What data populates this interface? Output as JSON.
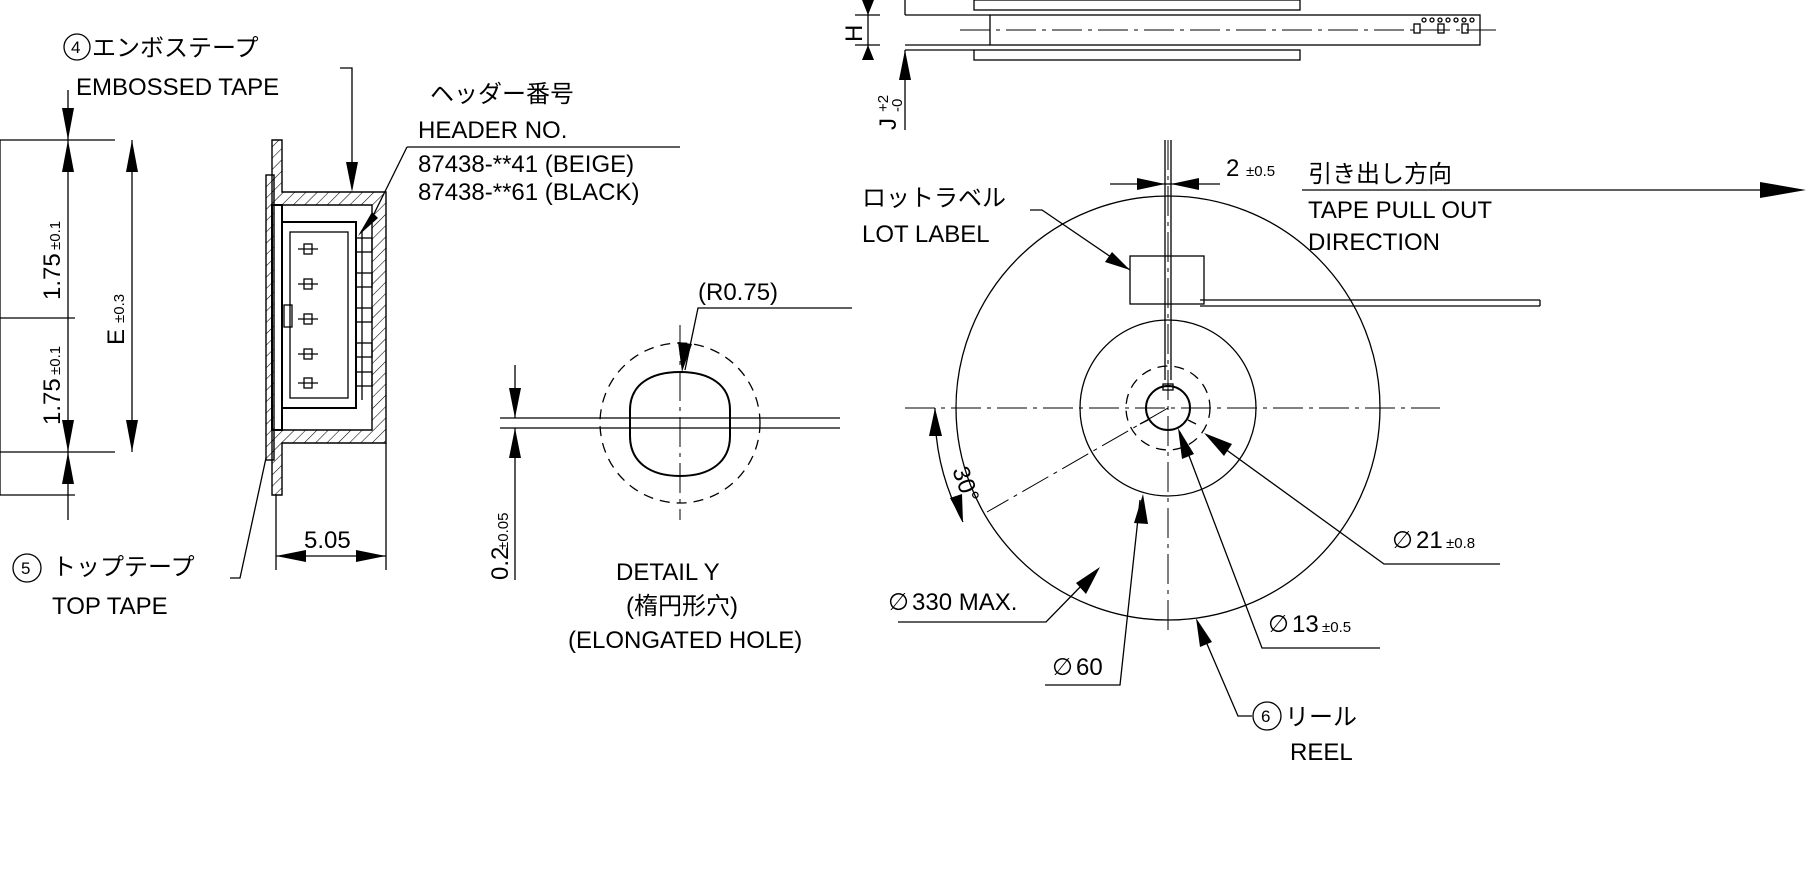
{
  "left_view": {
    "embossed_tape": {
      "number": "4",
      "label_jp": "エンボステープ",
      "label_en": "EMBOSSED TAPE"
    },
    "top_tape": {
      "number": "5",
      "label_jp": "トップテープ",
      "label_en": "TOP TAPE"
    },
    "header_no": {
      "label_jp": "ヘッダー番号",
      "label_en": "HEADER NO.",
      "part_beige": "87438-**41 (BEIGE)",
      "part_black": "87438-**61 (BLACK)"
    },
    "dimensions": {
      "upper_pitch": "1.75",
      "upper_pitch_tol": "±0.1",
      "lower_pitch": "1.75",
      "lower_pitch_tol": "±0.1",
      "width_e": "E",
      "width_e_tol": "±0.3",
      "depth": "5.05"
    }
  },
  "detail_y": {
    "radius": "(R0.75)",
    "gap": "0.2",
    "gap_tol": "±0.05",
    "title": "DETAIL Y",
    "subtitle_jp": "(楕円形穴)",
    "subtitle_en": "(ELONGATED HOLE)"
  },
  "reel_view": {
    "dim_h": "H",
    "dim_j": "J",
    "dim_j_tol_plus": "+2",
    "dim_j_tol_minus": "-0",
    "slot_width": "2",
    "slot_width_tol": "±0.5",
    "pull_out": {
      "label_jp": "引き出し方向",
      "label_en_1": "TAPE PULL OUT",
      "label_en_2": "DIRECTION"
    },
    "lot_label": {
      "label_jp": "ロットラベル",
      "label_en": "LOT LABEL"
    },
    "angle": "30°",
    "outer_diameter": "330 MAX.",
    "hub_diameter": "60",
    "spindle_diameter": "13",
    "spindle_diameter_tol": "±0.5",
    "key_diameter": "21",
    "key_diameter_tol": "±0.8",
    "reel": {
      "number": "6",
      "label_jp": "リール",
      "label_en": "REEL"
    },
    "diameter_symbol": "∅"
  }
}
